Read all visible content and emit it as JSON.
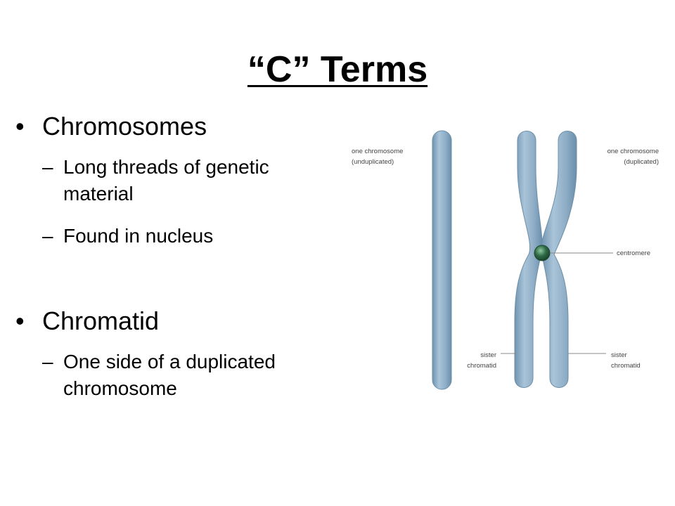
{
  "slide": {
    "title": "“C” Terms",
    "bullets": [
      {
        "bullet_glyph": "•",
        "term": "Chromosomes",
        "subpoints": [
          {
            "dash": "–",
            "lines": [
              "Long threads of genetic",
              "material"
            ]
          },
          {
            "dash": "–",
            "lines": [
              "Found in nucleus"
            ]
          }
        ]
      },
      {
        "bullet_glyph": "•",
        "term": "Chromatid",
        "subpoints": [
          {
            "dash": "–",
            "lines": [
              "One side of  a duplicated",
              "chromosome"
            ]
          }
        ]
      }
    ]
  },
  "diagram": {
    "labels": {
      "unduplicated_line1": "one chromosome",
      "unduplicated_line2": "(unduplicated)",
      "duplicated_line1": "one chromosome",
      "duplicated_line2": "(duplicated)",
      "centromere": "centromere",
      "sister_left_line1": "sister",
      "sister_left_line2": "chromatid",
      "sister_right_line1": "sister",
      "sister_right_line2": "chromatid"
    },
    "colors": {
      "chromosome_fill": "#8fb0c9",
      "chromosome_stroke": "#6d8fa8",
      "centromere": "#2e6b45",
      "leader_line": "#888888"
    }
  }
}
